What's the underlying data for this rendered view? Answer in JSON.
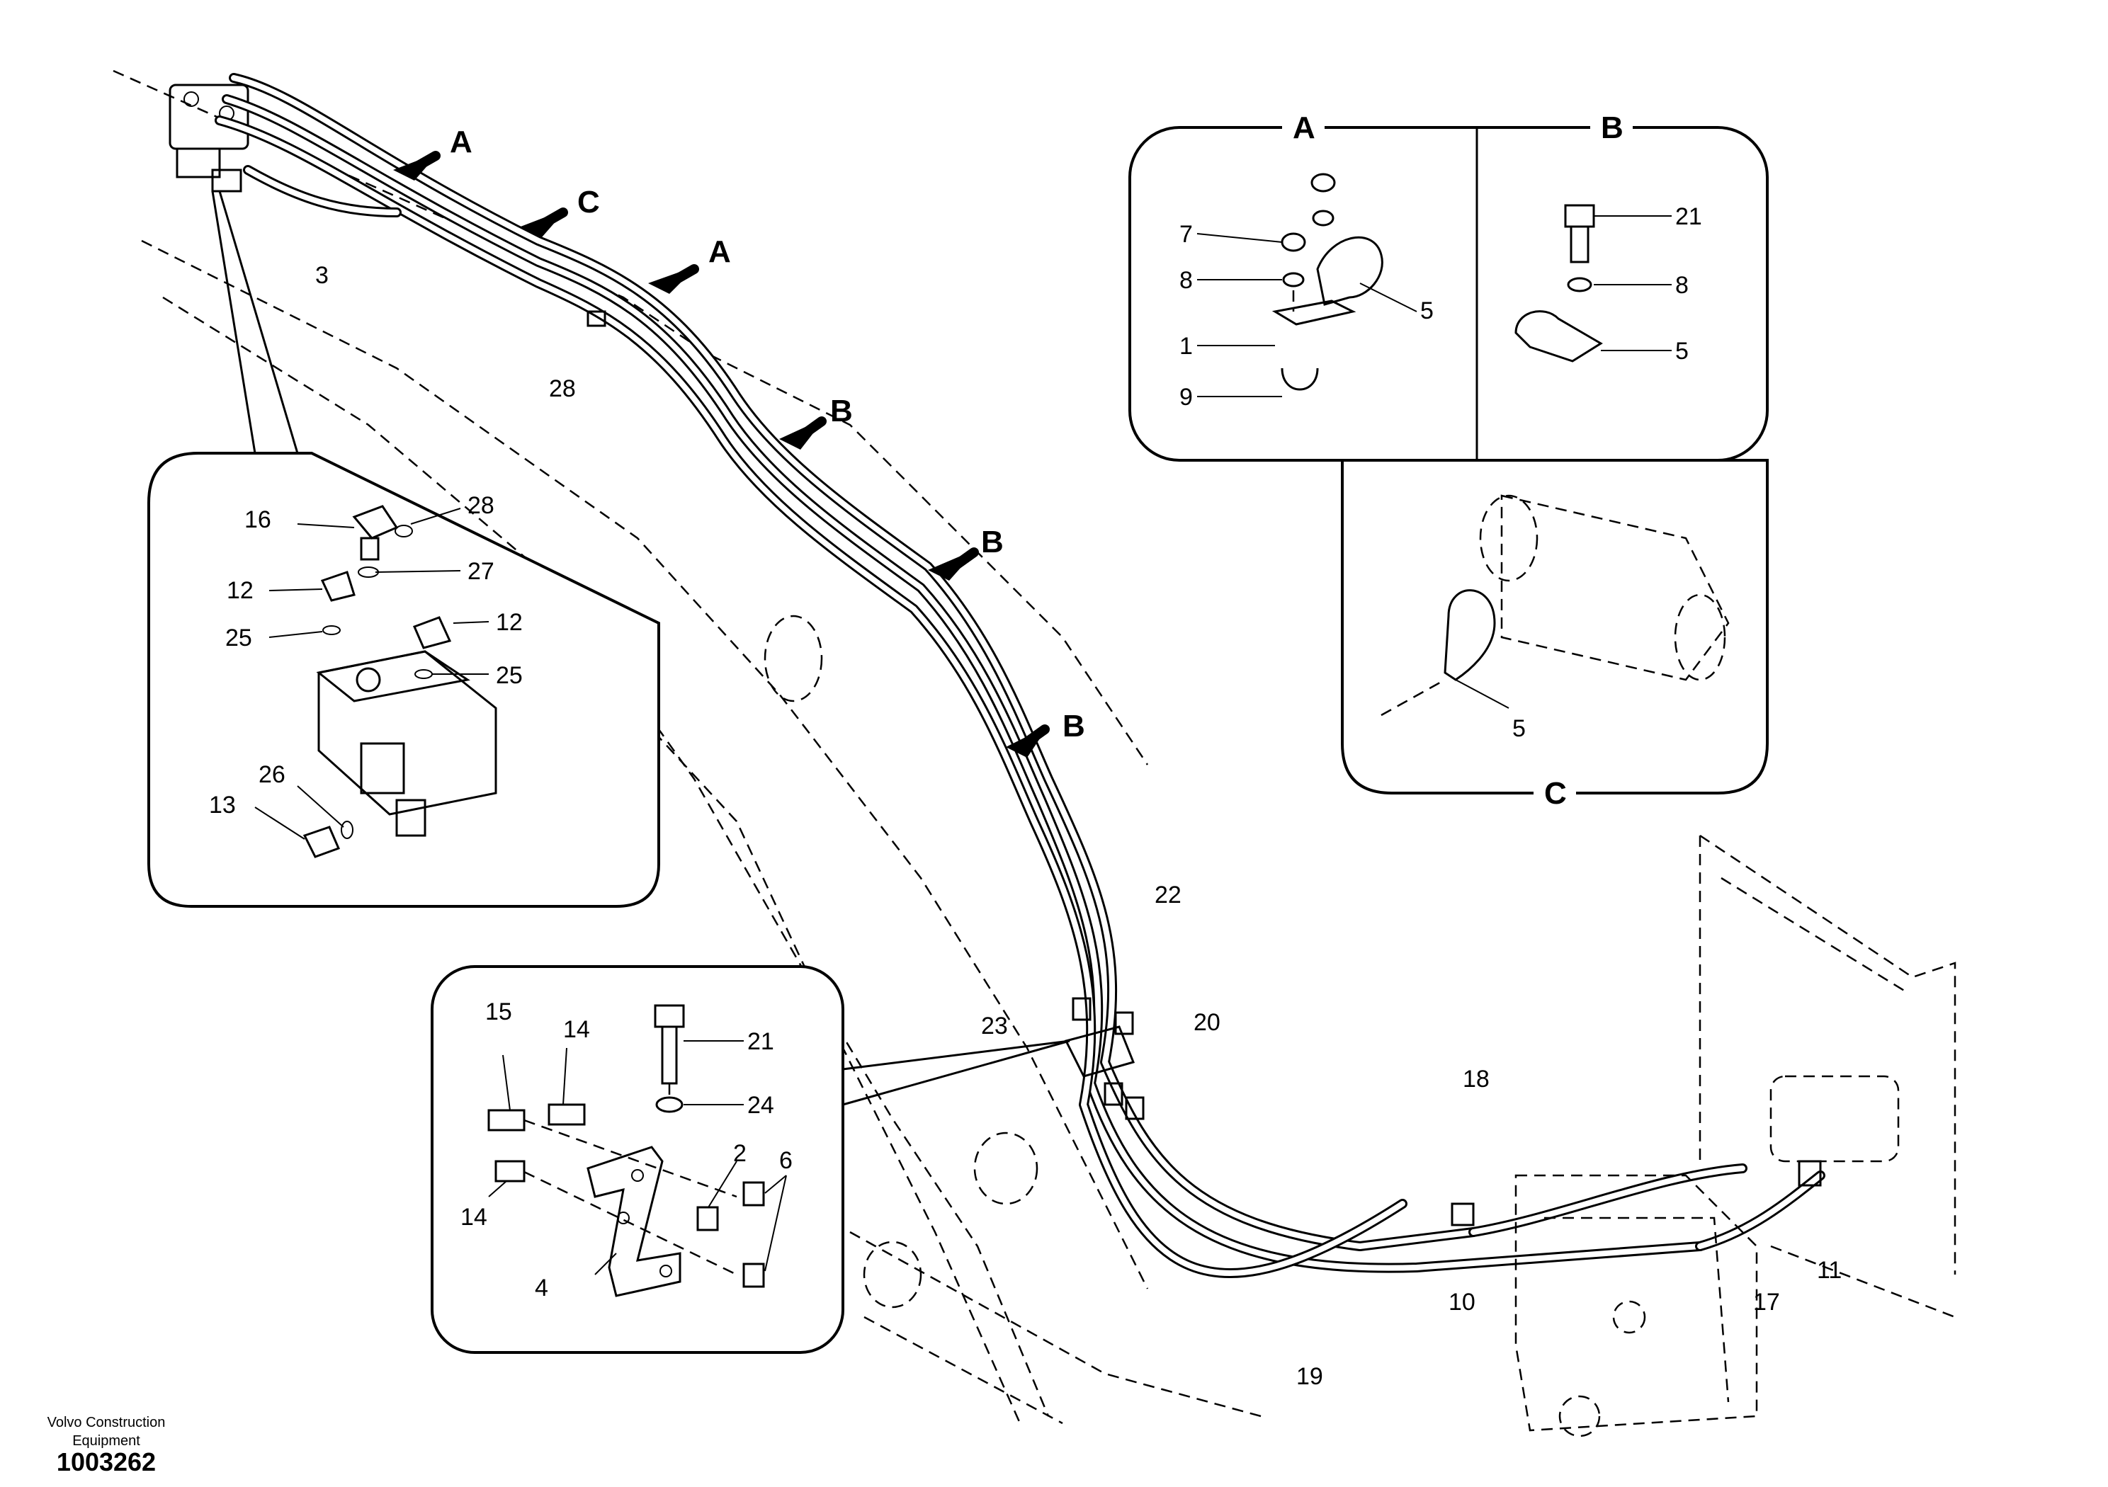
{
  "footer": {
    "brand_line1": "Volvo Construction",
    "brand_line2": "Equipment",
    "doc_number": "1003262"
  },
  "view_letters": {
    "main": [
      "A",
      "C",
      "A",
      "B",
      "B",
      "B"
    ],
    "detail_a": "A",
    "detail_b": "B",
    "detail_c": "C"
  },
  "callouts": {
    "main": [
      "3",
      "28",
      "22",
      "23",
      "20",
      "18",
      "10",
      "11",
      "17",
      "19"
    ],
    "valve_inset": [
      "16",
      "28",
      "12",
      "27",
      "25",
      "12",
      "25",
      "26",
      "13"
    ],
    "bracket_inset": [
      "15",
      "14",
      "21",
      "24",
      "2",
      "6",
      "14",
      "4"
    ],
    "detail_a": [
      "7",
      "8",
      "1",
      "9",
      "5"
    ],
    "detail_b": [
      "21",
      "8",
      "5"
    ],
    "detail_c": [
      "5"
    ]
  }
}
